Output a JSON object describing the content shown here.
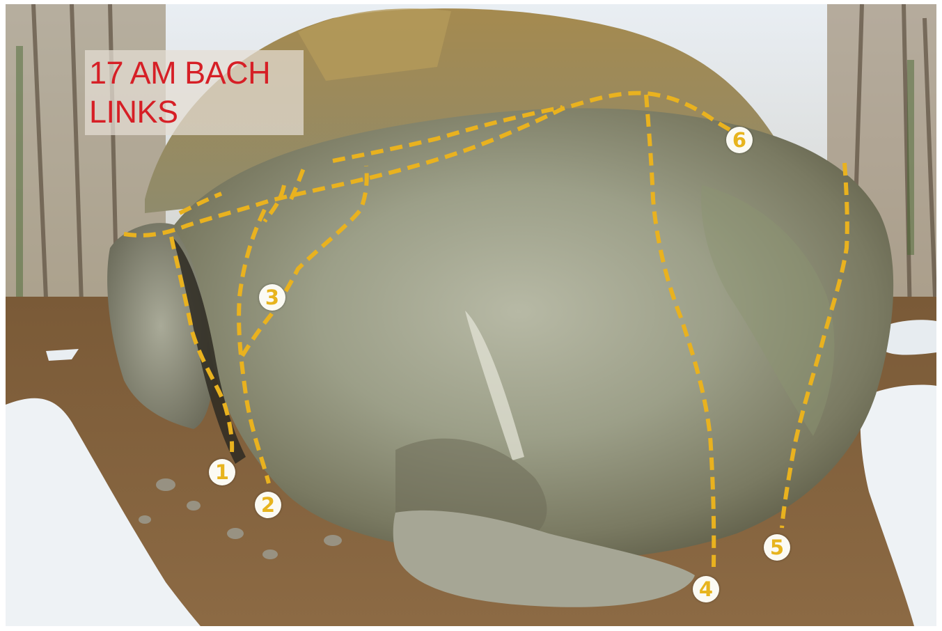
{
  "title": {
    "line1": "17 AM BACH",
    "line2": "LINKS"
  },
  "routes": [
    {
      "number": "1"
    },
    {
      "number": "2"
    },
    {
      "number": "3"
    },
    {
      "number": "4"
    },
    {
      "number": "5"
    },
    {
      "number": "6"
    }
  ],
  "colors": {
    "route_line": "#e9b21f",
    "marker_fill": "#fbfaf3",
    "marker_text": "#e7b41e",
    "title_text": "#d61f26"
  }
}
